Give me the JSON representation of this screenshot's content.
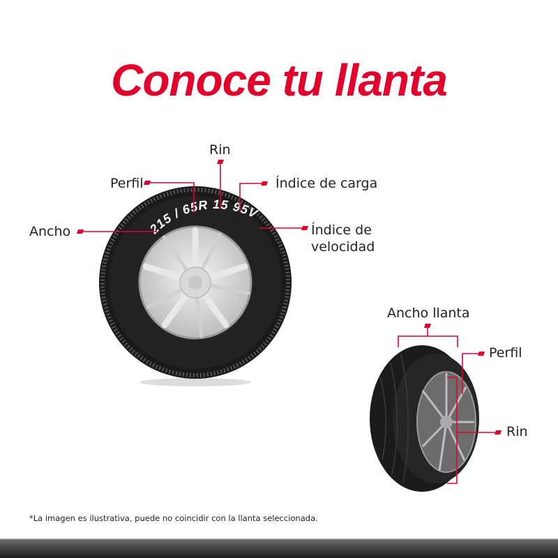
{
  "title": "Conoce tu llanta",
  "accent_color": "#e4002b",
  "main_tire": {
    "sidewall_code": "215 / 65R 15 95V",
    "labels": {
      "rin": "Rin",
      "perfil": "Perfil",
      "indice_carga": "Índice de carga",
      "ancho": "Ancho",
      "indice_velocidad_1": "Índice de",
      "indice_velocidad_2": "velocidad"
    }
  },
  "side_tire": {
    "labels": {
      "ancho_llanta": "Ancho llanta",
      "perfil": "Perfil",
      "rin": "Rin"
    }
  },
  "disclaimer": "*La imagen es ilustrativa, puede no coincidir con la llanta seleccionada."
}
